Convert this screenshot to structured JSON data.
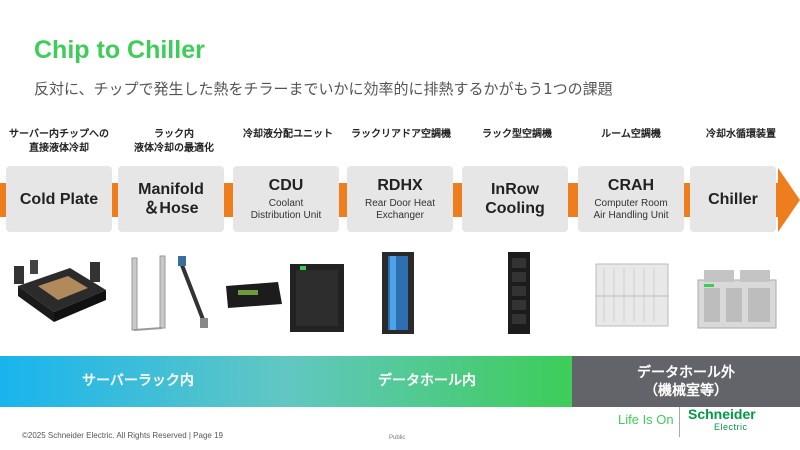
{
  "slide": {
    "title": "Chip to Chiller",
    "subtitle": "反対に、チップで発生した熱をチラーまでいかに効率的に排熱するかがもう1つの課題"
  },
  "stages": [
    {
      "category": "サーバー内チップへの\n直接液体冷却",
      "name": "Cold Plate",
      "sub": ""
    },
    {
      "category": "ラック内\n液体冷却の最適化",
      "name": "Manifold\n＆Hose",
      "sub": ""
    },
    {
      "category": "冷却液分配ユニット",
      "name": "CDU",
      "sub": "Coolant\nDistribution Unit"
    },
    {
      "category": "ラックリアドア空調機",
      "name": "RDHX",
      "sub": "Rear Door Heat\nExchanger"
    },
    {
      "category": "ラック型空調機",
      "name": "InRow\nCooling",
      "sub": ""
    },
    {
      "category": "ルーム空調機",
      "name": "CRAH",
      "sub": "Computer Room\nAir Handling Unit"
    },
    {
      "category": "冷却水循環装置",
      "name": "Chiller",
      "sub": ""
    }
  ],
  "zones": {
    "server_rack": "サーバーラック内",
    "data_hall": "データホール内",
    "outside": "データホール外\n（機械室等）"
  },
  "footer": {
    "copyright": "©2025 Schneider Electric. All Rights Reserved | Page 19",
    "classification": "Public",
    "tagline": "Life Is On",
    "logo_main": "Schneider",
    "logo_sub": "Electric"
  },
  "colors": {
    "accent_green": "#3dcd58",
    "flow_orange": "#ee7e1d",
    "zone_blue": "#19b4ee",
    "zone_gray": "#626469"
  }
}
